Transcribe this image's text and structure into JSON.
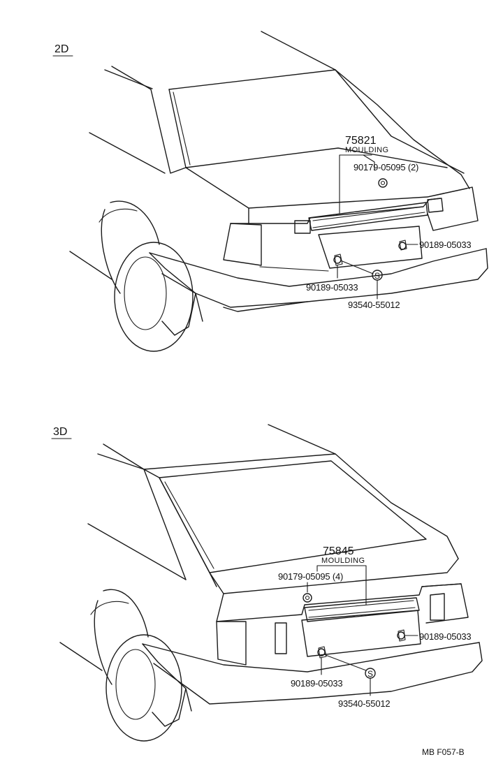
{
  "sections": {
    "two_door": {
      "label": "2D",
      "moulding_number": "75821",
      "moulding_name": "MOULDING",
      "clip_part": "90179-05095 (2)",
      "fastener_right": "90189-05033",
      "fastener_left": "90189-05033",
      "screw_symbol": "S",
      "screw_part": "93540-55012"
    },
    "three_door": {
      "label": "3D",
      "moulding_number": "75845",
      "moulding_name": "MOULDING",
      "clip_part": "90179-05095 (4)",
      "fastener_right": "90189-05033",
      "fastener_left": "90189-05033",
      "screw_symbol": "S",
      "screw_part": "93540-55012"
    }
  },
  "footer": {
    "code": "MB  F057-B"
  }
}
